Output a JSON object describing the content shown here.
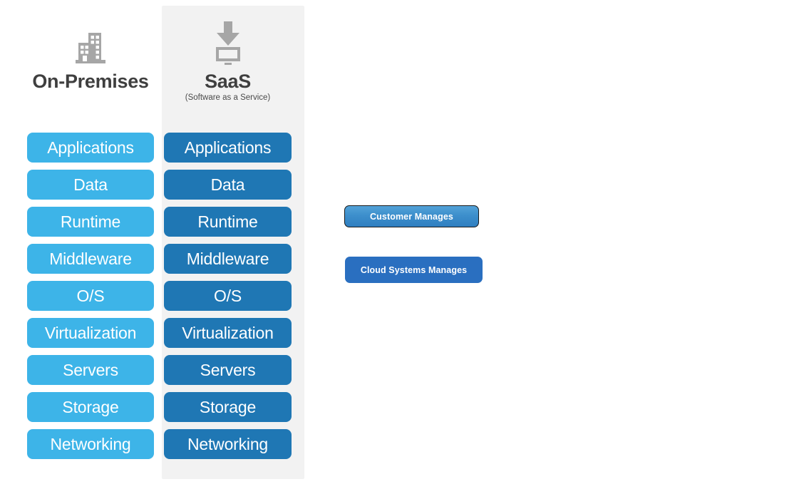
{
  "columns": [
    {
      "id": "on-premises",
      "icon": "building-icon",
      "title": "On-Premises",
      "subtitle": "",
      "bar_color": "#3db4e8",
      "panel_background": "#ffffff",
      "layers": [
        "Applications",
        "Data",
        "Runtime",
        "Middleware",
        "O/S",
        "Virtualization",
        "Servers",
        "Storage",
        "Networking"
      ]
    },
    {
      "id": "saas",
      "icon": "download-to-monitor-icon",
      "title": "SaaS",
      "subtitle": "(Software as a Service)",
      "bar_color": "#1f77b4",
      "panel_background": "#f2f2f2",
      "layers": [
        "Applications",
        "Data",
        "Runtime",
        "Middleware",
        "O/S",
        "Virtualization",
        "Servers",
        "Storage",
        "Networking"
      ]
    }
  ],
  "legend": {
    "items": [
      {
        "label": "Customer Manages",
        "color": "#3d8fcc",
        "border_color": "#1a1a1a"
      },
      {
        "label": "Cloud Systems Manages",
        "color": "#2a6fc0",
        "border_color": ""
      }
    ]
  },
  "colors": {
    "icon_gray": "#a6a6a6",
    "title_gray": "#3f3f3f",
    "panel_gray": "#f2f2f2",
    "light_blue": "#3db4e8",
    "dark_blue": "#1f77b4"
  }
}
